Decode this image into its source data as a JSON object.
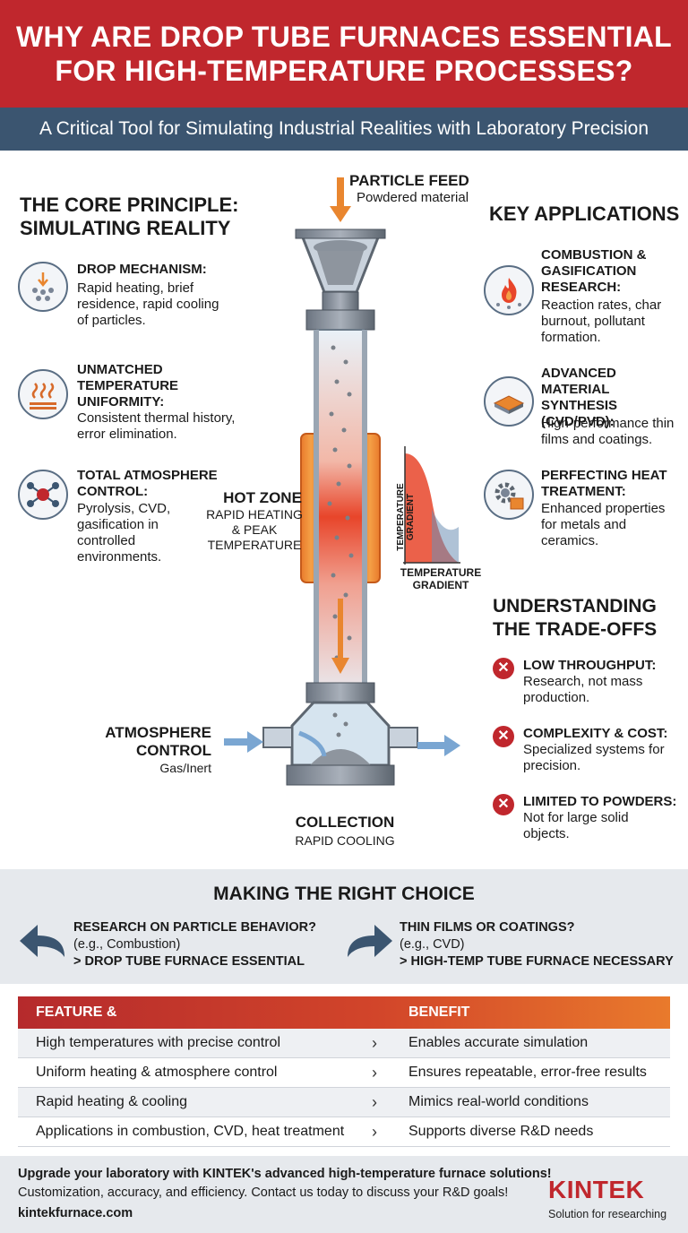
{
  "header": {
    "title_line1": "WHY ARE DROP TUBE FURNACES ESSENTIAL",
    "title_line2": "FOR HIGH-TEMPERATURE PROCESSES?",
    "subtitle": "A Critical Tool for Simulating Industrial Realities with Laboratory Precision"
  },
  "core": {
    "title_line1": "THE CORE PRINCIPLE:",
    "title_line2": "SIMULATING REALITY",
    "items": [
      {
        "title": "DROP MECHANISM:",
        "desc": "Rapid heating, brief residence, rapid cooling of particles.",
        "icon": "drop-particles-icon"
      },
      {
        "title": "UNMATCHED TEMPERATURE UNIFORMITY:",
        "desc": "Consistent thermal history, error elimination.",
        "icon": "heat-waves-icon"
      },
      {
        "title": "TOTAL ATMOSPHERE CONTROL:",
        "desc": "Pyrolysis, CVD, gasification in controlled environments.",
        "icon": "molecule-icon"
      }
    ]
  },
  "diagram": {
    "particle_feed": "PARTICLE FEED",
    "particle_feed_sub": "Powdered material",
    "hot_zone": "HOT ZONE",
    "hot_zone_sub1": "RAPID HEATING",
    "hot_zone_sub2": "& PEAK",
    "hot_zone_sub3": "TEMPERATURE",
    "gradient_vertical": "TEMPERATURE GRADIENT",
    "gradient_caption1": "TEMPERATURE",
    "gradient_caption2": "GRADIENT",
    "atmosphere1": "ATMOSPHERE",
    "atmosphere2": "CONTROL",
    "atmosphere_sub": "Gas/Inert",
    "collection": "COLLECTION",
    "collection_sub": "RAPID COOLING"
  },
  "applications": {
    "title": "KEY APPLICATIONS",
    "items": [
      {
        "title": "COMBUSTION & GASIFICATION RESEARCH:",
        "desc": "Reaction rates, char burnout, pollutant formation.",
        "icon": "flame-icon"
      },
      {
        "title": "ADVANCED MATERIAL SYNTHESIS (CVD/PVD):",
        "desc": "High-performance thin films and coatings.",
        "icon": "thin-film-icon"
      },
      {
        "title": "PERFECTING HEAT TREATMENT:",
        "desc": "Enhanced properties for metals and ceramics.",
        "icon": "gear-icon"
      }
    ]
  },
  "tradeoffs": {
    "title_line1": "UNDERSTANDING",
    "title_line2": "THE TRADE-OFFS",
    "items": [
      {
        "title": "LOW THROUGHPUT:",
        "desc": "Research, not mass production."
      },
      {
        "title": "COMPLEXITY & COST:",
        "desc": "Specialized systems for precision."
      },
      {
        "title": "LIMITED TO POWDERS:",
        "desc": "Not for large solid objects."
      }
    ]
  },
  "choice": {
    "title": "MAKING THE RIGHT CHOICE",
    "left": {
      "q": "RESEARCH ON PARTICLE BEHAVIOR?",
      "eg": "(e.g., Combustion)",
      "a": "> DROP TUBE FURNACE ESSENTIAL"
    },
    "right": {
      "q": "THIN FILMS OR COATINGS?",
      "eg": "(e.g., CVD)",
      "a": "> HIGH-TEMP TUBE FURNACE NECESSARY"
    }
  },
  "table": {
    "headers": [
      "FEATURE &",
      "BENEFIT"
    ],
    "rows": [
      {
        "feature": "High temperatures with precise control",
        "benefit": "Enables accurate simulation"
      },
      {
        "feature": "Uniform heating & atmosphere control",
        "benefit": "Ensures repeatable, error-free results"
      },
      {
        "feature": "Rapid heating & cooling",
        "benefit": "Mimics real-world conditions"
      },
      {
        "feature": "Applications in combustion, CVD, heat treatment",
        "benefit": "Supports diverse R&D needs"
      }
    ],
    "chevron": "›"
  },
  "footer": {
    "line1": "Upgrade your laboratory with KINTEK's advanced high-temperature furnace solutions!",
    "line2": "Customization, accuracy, and efficiency. Contact us today to discuss your R&D goals!",
    "url": "kintekfurnace.com",
    "logo": "KINTEK",
    "tagline": "Solution for researching"
  },
  "colors": {
    "brand_red": "#c0272d",
    "navy": "#3b5570",
    "hot": "#e8452a",
    "accent_orange": "#e9862f"
  }
}
